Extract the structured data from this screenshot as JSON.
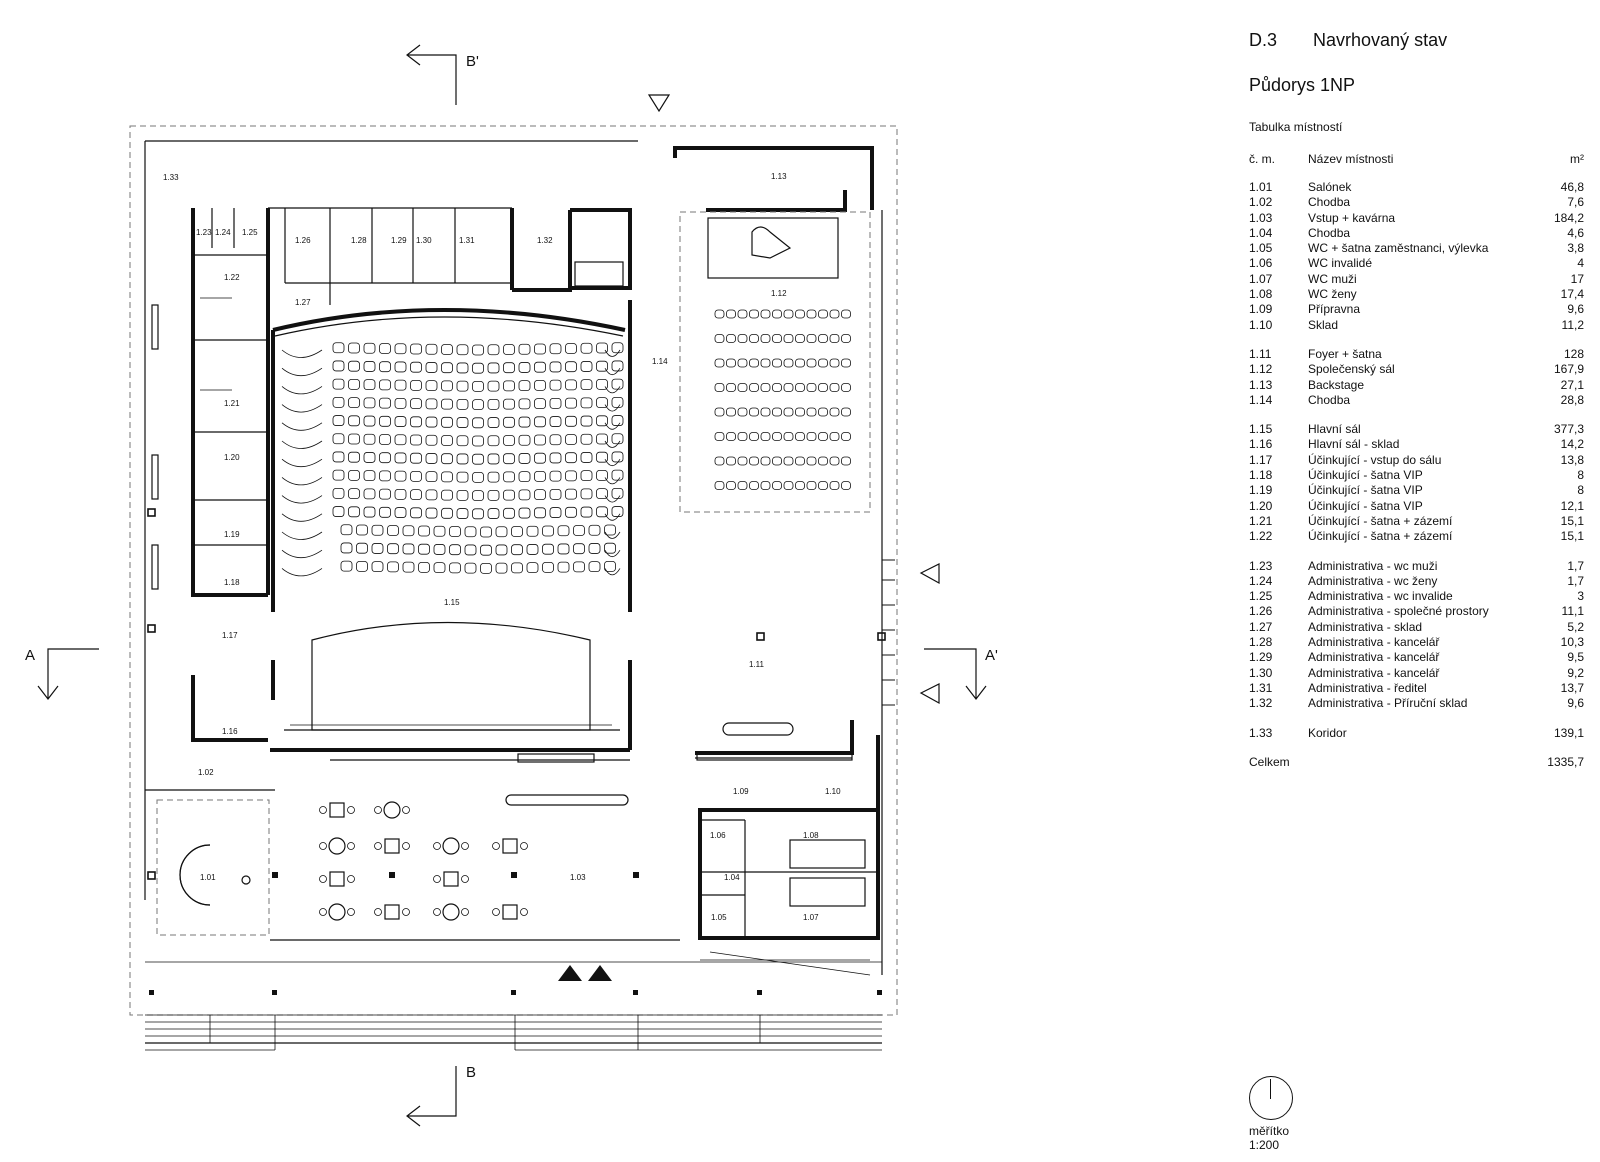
{
  "sheet": {
    "code": "D.3",
    "title": "Navrhovaný stav",
    "subtitle": "Půdorys 1NP",
    "table_caption": "Tabulka místností"
  },
  "table": {
    "headers": {
      "number": "č. m.",
      "name": "Název místnosti",
      "area": "m²"
    },
    "groups": [
      [
        {
          "no": "1.01",
          "name": "Salónek",
          "area": "46,8"
        },
        {
          "no": "1.02",
          "name": "Chodba",
          "area": "7,6"
        },
        {
          "no": "1.03",
          "name": "Vstup + kavárna",
          "area": "184,2"
        },
        {
          "no": "1.04",
          "name": "Chodba",
          "area": "4,6"
        },
        {
          "no": "1.05",
          "name": "WC + šatna zaměstnanci, výlevka",
          "area": "3,8"
        },
        {
          "no": "1.06",
          "name": "WC invalidé",
          "area": "4"
        },
        {
          "no": "1.07",
          "name": "WC muži",
          "area": "17"
        },
        {
          "no": "1.08",
          "name": "WC ženy",
          "area": "17,4"
        },
        {
          "no": "1.09",
          "name": "Přípravna",
          "area": "9,6"
        },
        {
          "no": "1.10",
          "name": "Sklad",
          "area": "11,2"
        }
      ],
      [
        {
          "no": "1.11",
          "name": "Foyer + šatna",
          "area": "128"
        },
        {
          "no": "1.12",
          "name": "Společenský sál",
          "area": "167,9"
        },
        {
          "no": "1.13",
          "name": "Backstage",
          "area": "27,1"
        },
        {
          "no": "1.14",
          "name": "Chodba",
          "area": "28,8"
        }
      ],
      [
        {
          "no": "1.15",
          "name": "Hlavní sál",
          "area": "377,3"
        },
        {
          "no": "1.16",
          "name": "Hlavní sál - sklad",
          "area": "14,2"
        },
        {
          "no": "1.17",
          "name": "Účinkující - vstup do sálu",
          "area": "13,8"
        },
        {
          "no": "1.18",
          "name": "Účinkující - šatna VIP",
          "area": "8"
        },
        {
          "no": "1.19",
          "name": "Účinkující - šatna VIP",
          "area": "8"
        },
        {
          "no": "1.20",
          "name": "Účinkující - šatna VIP",
          "area": "12,1"
        },
        {
          "no": "1.21",
          "name": "Účinkující - šatna + zázemí",
          "area": "15,1"
        },
        {
          "no": "1.22",
          "name": "Účinkující - šatna + zázemí",
          "area": "15,1"
        }
      ],
      [
        {
          "no": "1.23",
          "name": "Administrativa - wc muži",
          "area": "1,7"
        },
        {
          "no": "1.24",
          "name": "Administrativa - wc ženy",
          "area": "1,7"
        },
        {
          "no": "1.25",
          "name": "Administrativa - wc invalide",
          "area": "3"
        },
        {
          "no": "1.26",
          "name": "Administrativa - společné prostory",
          "area": "11,1"
        },
        {
          "no": "1.27",
          "name": "Administrativa - sklad",
          "area": "5,2"
        },
        {
          "no": "1.28",
          "name": "Administrativa - kancelář",
          "area": "10,3"
        },
        {
          "no": "1.29",
          "name": "Administrativa - kancelář",
          "area": "9,5"
        },
        {
          "no": "1.30",
          "name": "Administrativa - kancelář",
          "area": "9,2"
        },
        {
          "no": "1.31",
          "name": "Administrativa - ředitel",
          "area": "13,7"
        },
        {
          "no": "1.32",
          "name": "Administrativa - Příruční sklad",
          "area": "9,6"
        }
      ],
      [
        {
          "no": "1.33",
          "name": "Koridor",
          "area": "139,1"
        }
      ]
    ],
    "total": {
      "label": "Celkem",
      "area": "1335,7"
    }
  },
  "sections": {
    "a": "A",
    "a_prime": "A'",
    "b": "B",
    "b_prime": "B'"
  },
  "scale": {
    "label": "měřítko",
    "value": "1:200"
  },
  "plan_labels": {
    "r101": "1.01",
    "r102": "1.02",
    "r103": "1.03",
    "r104": "1.04",
    "r105": "1.05",
    "r106": "1.06",
    "r107": "1.07",
    "r108": "1.08",
    "r109": "1.09",
    "r110": "1.10",
    "r111": "1.11",
    "r112": "1.12",
    "r113": "1.13",
    "r114": "1.14",
    "r115": "1.15",
    "r116": "1.16",
    "r117": "1.17",
    "r118": "1.18",
    "r119": "1.19",
    "r120": "1.20",
    "r121": "1.21",
    "r122": "1.22",
    "r123": "1.23",
    "r124": "1.24",
    "r125": "1.25",
    "r126": "1.26",
    "r127": "1.27",
    "r128": "1.28",
    "r129": "1.29",
    "r130": "1.30",
    "r131": "1.31",
    "r132": "1.32",
    "r133": "1.33"
  }
}
